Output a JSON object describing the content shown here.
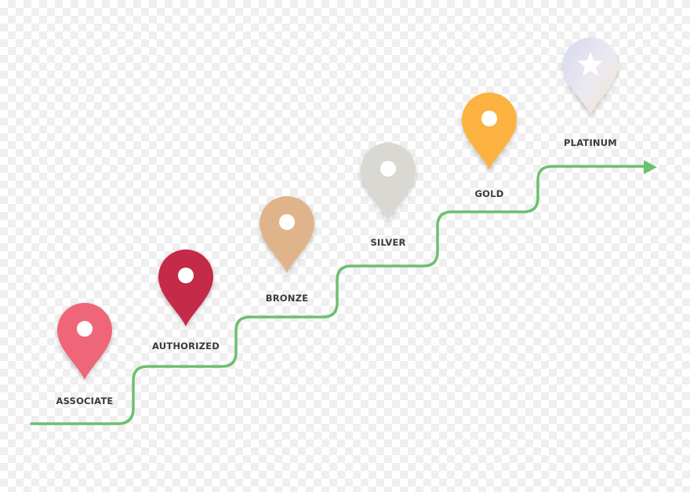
{
  "tiers": [
    {
      "label": "ASSOCIATE",
      "color": "#ee6677",
      "icon": "location-pin-icon"
    },
    {
      "label": "AUTHORIZED",
      "color": "#c62a4a",
      "icon": "location-pin-icon"
    },
    {
      "label": "BRONZE",
      "color": "#e0b48a",
      "icon": "location-pin-icon"
    },
    {
      "label": "SILVER",
      "color": "#d9d8d2",
      "icon": "location-pin-icon"
    },
    {
      "label": "GOLD",
      "color": "#fcb241",
      "icon": "location-pin-icon"
    },
    {
      "label": "PLATINUM",
      "color": "#e8e4f0",
      "icon": "star-pin-icon"
    }
  ],
  "path_color": "#6cc070"
}
